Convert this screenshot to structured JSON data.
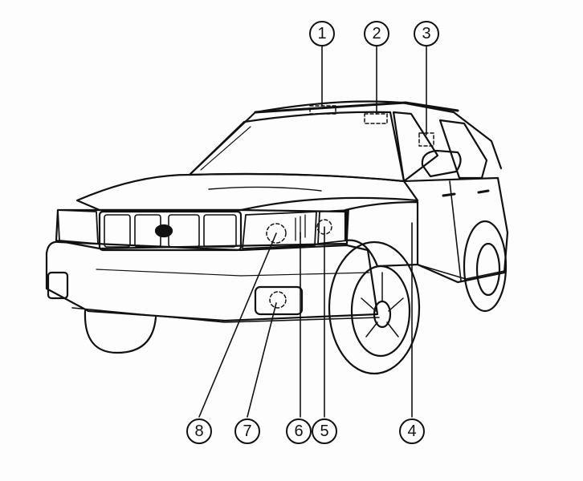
{
  "callouts": [
    {
      "label": "1"
    },
    {
      "label": "2"
    },
    {
      "label": "3"
    },
    {
      "label": "4"
    },
    {
      "label": "5"
    },
    {
      "label": "6"
    },
    {
      "label": "7"
    },
    {
      "label": "8"
    }
  ],
  "colors": {
    "line": "#111111",
    "paper": "#fdfdfd"
  }
}
